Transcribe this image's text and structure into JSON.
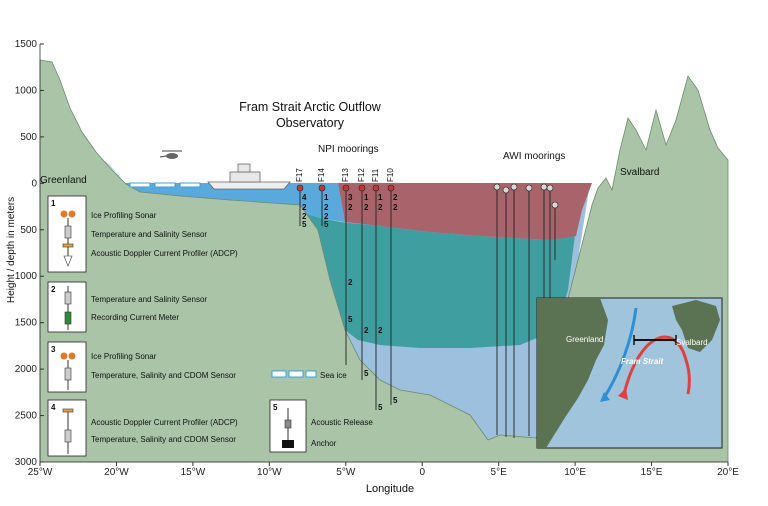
{
  "title_line1": "Fram Strait Arctic Outflow",
  "title_line2": "Observatory",
  "y_axis_label": "Height / depth in meters",
  "x_axis_label": "Longitude",
  "y_ticks": [
    "1500",
    "1000",
    "500",
    "0",
    "500",
    "1000",
    "1500",
    "2000",
    "2500",
    "3000"
  ],
  "x_ticks": [
    "25°W",
    "20°W",
    "15°W",
    "10°W",
    "5°W",
    "0",
    "5°E",
    "10°E",
    "15°E",
    "20°E"
  ],
  "labels": {
    "greenland": "Greenland",
    "svalbard": "Svalbard",
    "npi_moorings": "NPI moorings",
    "awi_moorings": "AWI moorings",
    "sea_ice": "Sea ice"
  },
  "npi_mooring_names": [
    "F17",
    "F14",
    "F13",
    "F12",
    "F11",
    "F10"
  ],
  "legend": {
    "box1": {
      "number": "1",
      "items": [
        "Ice Profiling Sonar",
        "Temperature and Salinity Sensor",
        "Acoustic Doppler Current Profiler (ADCP)"
      ]
    },
    "box2": {
      "number": "2",
      "items": [
        "Temperature and Salinity Sensor",
        "Recording Current Meter"
      ]
    },
    "box3": {
      "number": "3",
      "items": [
        "Ice Profiling Sonar",
        "Temperature, Salinity and CDOM Sensor"
      ]
    },
    "box4": {
      "number": "4",
      "items": [
        "Acoustic Doppler Current Profiler (ADCP)",
        "Temperature, Salinity and CDOM Sensor"
      ]
    },
    "box5": {
      "number": "5",
      "items": [
        "Acoustic Release",
        "Anchor"
      ]
    }
  },
  "inset": {
    "greenland": "Greenland",
    "svalbard": "Svalbard",
    "fram_strait": "Fram Strait"
  },
  "colors": {
    "land": "#a9c4a6",
    "polar_water": "#5aa9dc",
    "atlantic_water": "#a8636b",
    "intermediate_water": "#3f9fa0",
    "deep_water": "#9cc0dd",
    "mooring_head": "#c0393b",
    "inset_sea": "#9fc4dc",
    "inset_land": "#5b7352",
    "arrow_cold": "#2f8fd4",
    "arrow_warm": "#e04040"
  }
}
